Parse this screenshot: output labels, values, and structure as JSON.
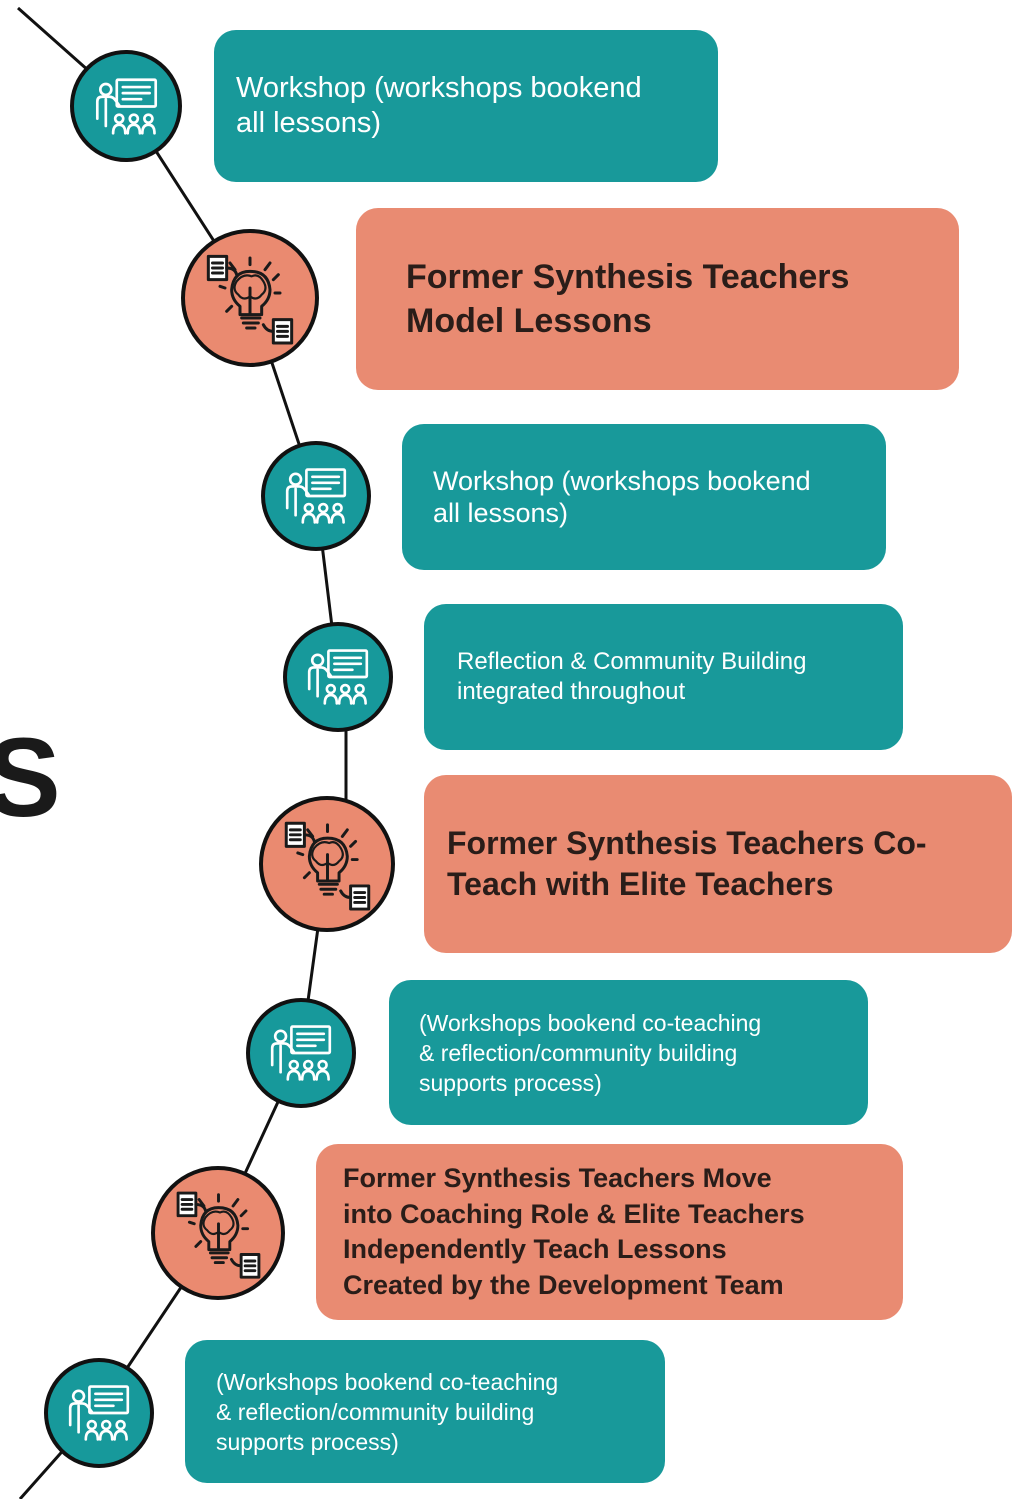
{
  "side_text": "S",
  "colors": {
    "teal": "#18999a",
    "salmon": "#e98b72",
    "path": "#111111"
  },
  "steps": [
    {
      "kind": "workshop",
      "icon": "presentation-icon",
      "lines": [
        "Workshop  (workshops bookend",
        "all lessons)"
      ]
    },
    {
      "kind": "model",
      "icon": "lightbulb-idea-icon",
      "lines": [
        "Former Synthesis Teachers",
        "Model Lessons"
      ]
    },
    {
      "kind": "workshop",
      "icon": "presentation-icon",
      "lines": [
        "Workshop (workshops bookend",
        "all lessons)"
      ]
    },
    {
      "kind": "workshop",
      "icon": "presentation-icon",
      "lines": [
        "Reflection & Community Building",
        "integrated throughout"
      ]
    },
    {
      "kind": "model",
      "icon": "lightbulb-idea-icon",
      "lines": [
        "Former Synthesis Teachers Co-",
        "Teach with Elite Teachers"
      ]
    },
    {
      "kind": "workshop",
      "icon": "presentation-icon",
      "lines": [
        "(Workshops bookend co-teaching",
        "& reflection/community building",
        "supports process)"
      ]
    },
    {
      "kind": "model",
      "icon": "lightbulb-idea-icon",
      "lines": [
        "Former Synthesis Teachers Move",
        "into Coaching Role & Elite Teachers",
        "Independently Teach Lessons",
        "Created by the Development Team"
      ]
    },
    {
      "kind": "workshop",
      "icon": "presentation-icon",
      "lines": [
        "(Workshops bookend co-teaching",
        "& reflection/community building",
        "supports process)"
      ]
    }
  ]
}
